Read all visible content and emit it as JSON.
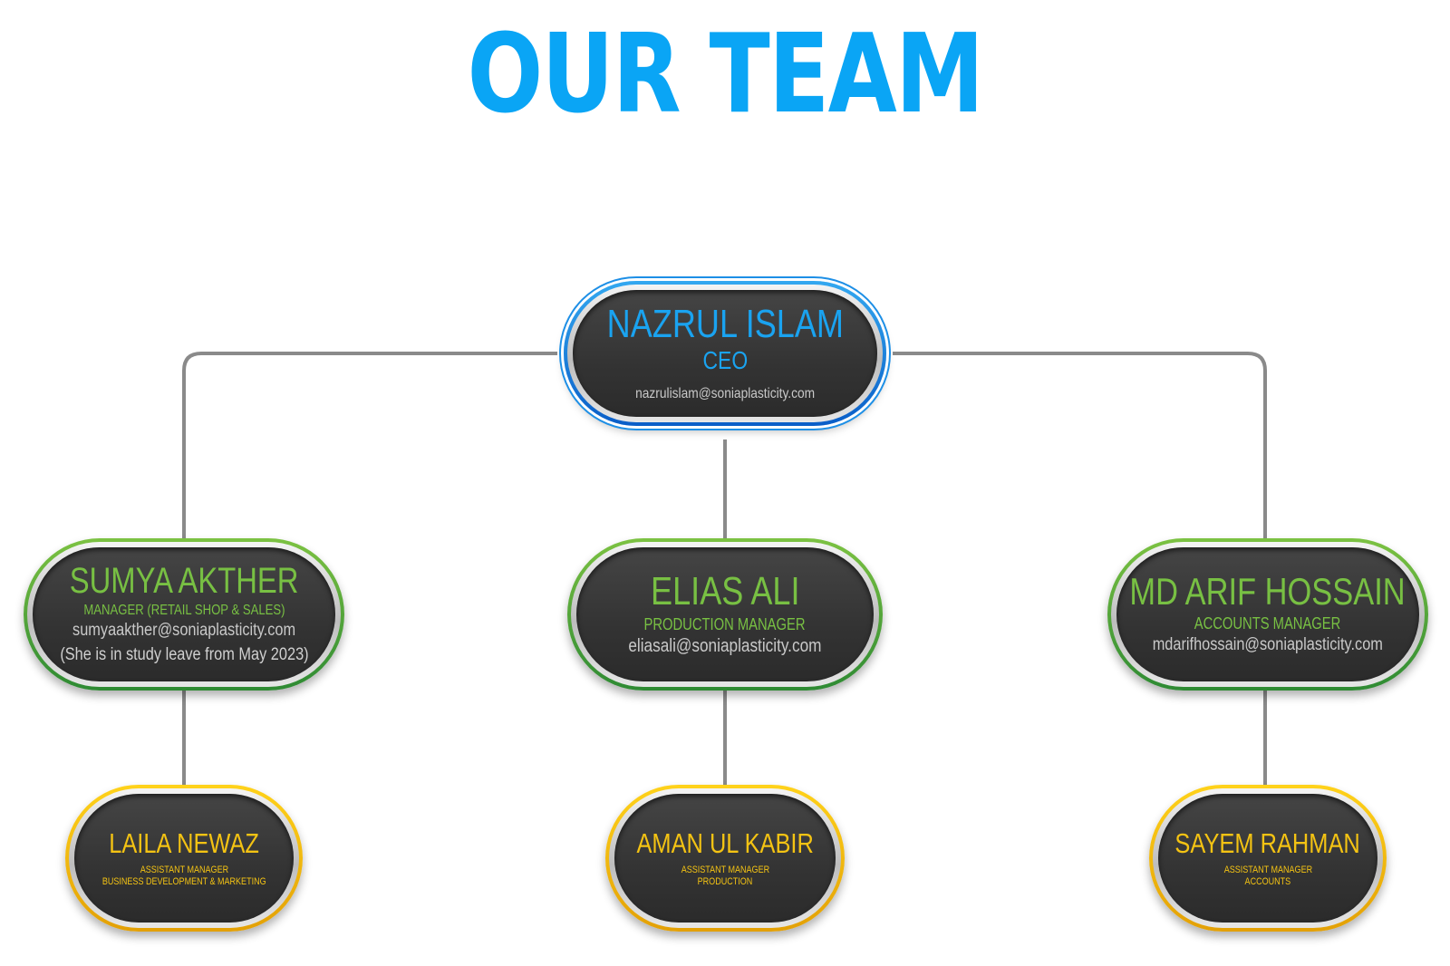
{
  "title": "OUR TEAM",
  "colors": {
    "title": "#0aa5f5",
    "ceo_text": "#1aa3f0",
    "manager_text": "#78c043",
    "assistant_text": "#f4c313",
    "connector": "#8a8a8a",
    "node_fill": "#3a3a3a"
  },
  "ceo": {
    "name": "NAZRUL ISLAM",
    "role": "CEO",
    "email": "nazrulislam@soniaplasticity.com"
  },
  "managers": [
    {
      "name": "SUMYA AKTHER",
      "role": "MANAGER (RETAIL SHOP & SALES)",
      "email": "sumyaakther@soniaplasticity.com",
      "note": "(She is in study leave from May 2023)"
    },
    {
      "name": "ELIAS ALI",
      "role": "PRODUCTION MANAGER",
      "email": "eliasali@soniaplasticity.com"
    },
    {
      "name": "MD ARIF HOSSAIN",
      "role": "ACCOUNTS MANAGER",
      "email": "mdarifhossain@soniaplasticity.com"
    }
  ],
  "assistants": [
    {
      "name": "LAILA NEWAZ",
      "role_line1": "ASSISTANT MANAGER",
      "role_line2": "BUSINESS DEVELOPMENT & MARKETING"
    },
    {
      "name": "AMAN UL KABIR",
      "role_line1": "ASSISTANT MANAGER",
      "role_line2": "PRODUCTION"
    },
    {
      "name": "SAYEM RAHMAN",
      "role_line1": "ASSISTANT MANAGER",
      "role_line2": "ACCOUNTS"
    }
  ]
}
